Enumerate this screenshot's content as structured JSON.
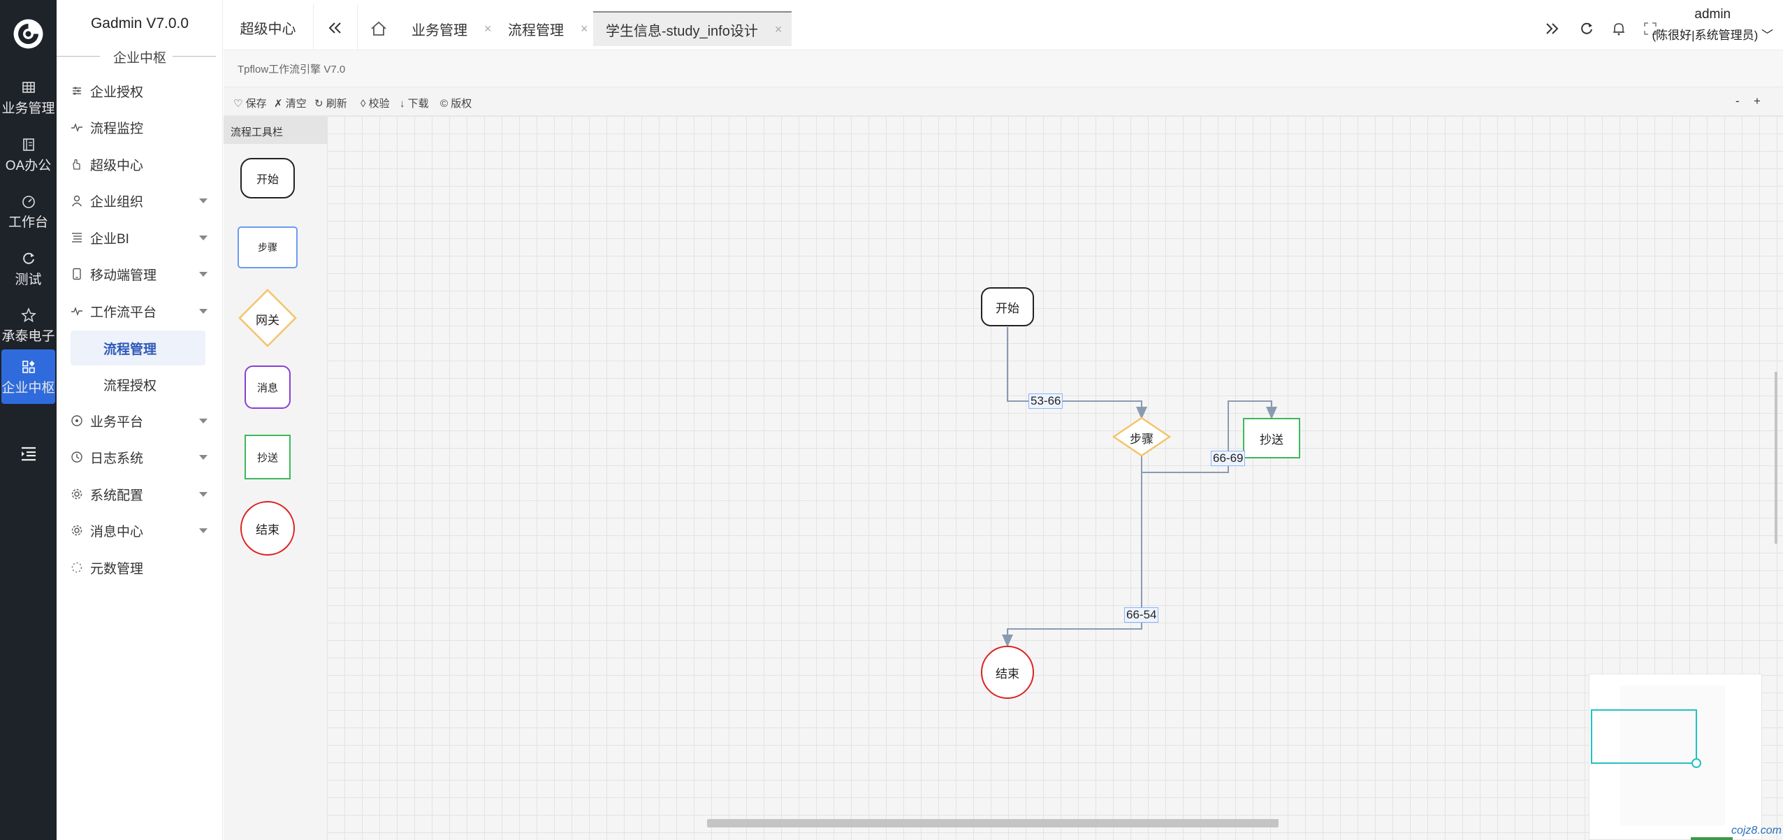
{
  "app": {
    "brand": "Gadmin V7.0.0",
    "section_title": "企业中枢"
  },
  "rail": {
    "items": [
      {
        "label": "业务管理",
        "icon": "grid-icon"
      },
      {
        "label": "OA办公",
        "icon": "book-icon"
      },
      {
        "label": "工作台",
        "icon": "gauge-icon"
      },
      {
        "label": "测试",
        "icon": "refresh-icon"
      },
      {
        "label": "承泰电子",
        "icon": "star-icon"
      },
      {
        "label": "企业中枢",
        "icon": "apps-icon",
        "active": true
      }
    ]
  },
  "sidebar": {
    "items": [
      {
        "label": "企业授权",
        "icon": "sliders-icon"
      },
      {
        "label": "流程监控",
        "icon": "pulse-icon"
      },
      {
        "label": "超级中心",
        "icon": "hand-icon"
      },
      {
        "label": "企业组织",
        "icon": "user-icon",
        "expandable": true
      },
      {
        "label": "企业BI",
        "icon": "list-icon",
        "expandable": true
      },
      {
        "label": "移动端管理",
        "icon": "mobile-icon",
        "expandable": true
      },
      {
        "label": "工作流平台",
        "icon": "pulse-icon",
        "expandable": true
      }
    ],
    "sub_items": [
      {
        "label": "流程管理",
        "active": true
      },
      {
        "label": "流程授权"
      }
    ],
    "items_after": [
      {
        "label": "业务平台",
        "icon": "target-icon",
        "expandable": true
      },
      {
        "label": "日志系统",
        "icon": "clock-icon",
        "expandable": true
      },
      {
        "label": "系统配置",
        "icon": "gear-icon",
        "expandable": true
      },
      {
        "label": "消息中心",
        "icon": "gear-icon",
        "expandable": true
      },
      {
        "label": "元数管理",
        "icon": "spinner-icon"
      }
    ]
  },
  "tabs": {
    "home_label": "超级中心",
    "items": [
      {
        "label": "业务管理",
        "close": "×"
      },
      {
        "label": "流程管理",
        "close": "×"
      },
      {
        "label": "学生信息-study_info设计",
        "close": "×",
        "active": true
      }
    ]
  },
  "user": {
    "name": "admin",
    "role": "(陈很好|系统管理员)"
  },
  "page": {
    "title": "Tpflow工作流引擎 V7.0"
  },
  "toolbar": {
    "save": "♡ 保存",
    "clear": "✗ 清空",
    "refresh": "↻ 刷新",
    "validate": "◊ 校验",
    "download": "↓ 下载",
    "copyright": "© 版权",
    "zoom_out": "-",
    "zoom_in": "+"
  },
  "palette": {
    "title": "流程工具栏",
    "nodes": [
      {
        "label": "开始",
        "shape": "rounded",
        "color": "#222222"
      },
      {
        "label": "步骤",
        "shape": "rect",
        "color": "#6b9bf0"
      },
      {
        "label": "网关",
        "shape": "diamond",
        "color": "#f5c36a"
      },
      {
        "label": "消息",
        "shape": "rounded",
        "color": "#8a3fd6"
      },
      {
        "label": "抄送",
        "shape": "rect",
        "color": "#3cb85a"
      },
      {
        "label": "结束",
        "shape": "circle",
        "color": "#dd2222"
      }
    ]
  },
  "flow": {
    "nodes": {
      "start": "开始",
      "gateway": "步骤",
      "cc": "抄送",
      "end": "结束"
    },
    "edges": {
      "e1": "53-66",
      "e2": "66-69",
      "e3": "66-54"
    }
  },
  "footer": {
    "site": "cojz8.com"
  }
}
